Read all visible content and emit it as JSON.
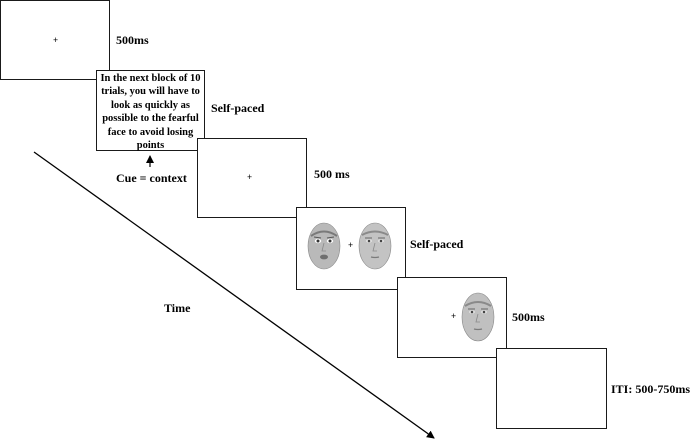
{
  "fixation_symbol": "+",
  "screens": [
    {
      "id": "fixation-1",
      "duration_label": "500ms"
    },
    {
      "id": "cue",
      "text": "In the next block of 10 trials, you will have to look as quickly as possible to the fearful face to avoid losing points",
      "duration_label": "Self-paced"
    },
    {
      "id": "fixation-2",
      "duration_label": "500 ms"
    },
    {
      "id": "face-pair",
      "duration_label": "Self-paced"
    },
    {
      "id": "single-face",
      "duration_label": "500ms"
    },
    {
      "id": "iti",
      "duration_label": "ITI: 500-750ms"
    }
  ],
  "annotations": {
    "cue_label": "Cue = context",
    "time_label": "Time"
  },
  "colors": {
    "frame": "#1a1a1a",
    "arrow": "#000000",
    "face_skin": "#b9b9b9",
    "face_dark": "#6e6e6e"
  }
}
